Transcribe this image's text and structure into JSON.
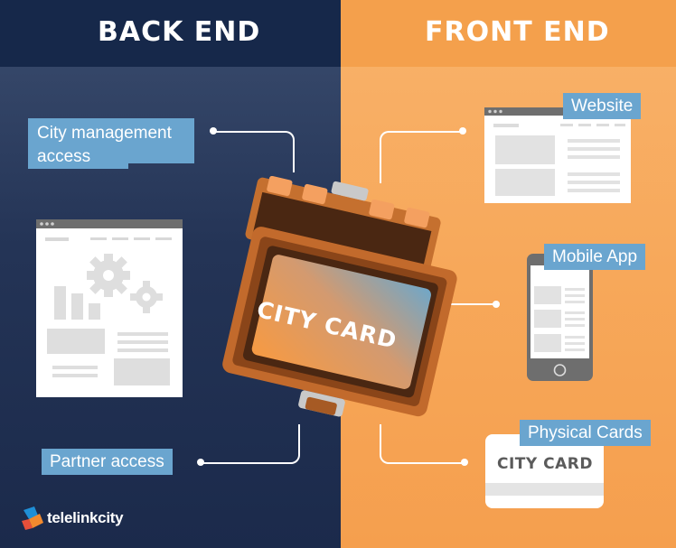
{
  "headings": {
    "back_end": "BACK END",
    "front_end": "FRONT END"
  },
  "back_end": {
    "city_management": [
      "City management",
      "access"
    ],
    "partner_access": "Partner access"
  },
  "front_end": {
    "website": "Website",
    "mobile_app": "Mobile App",
    "physical_cards": "Physical Cards",
    "card_text": "CITY CARD"
  },
  "center": {
    "card_text": "CITY CARD"
  },
  "logo": {
    "text": "telelinkcity"
  },
  "colors": {
    "back_end_bg": "#1b2a4b",
    "front_end_bg": "#f7a85a",
    "label_bg": "#6aa5cf",
    "suitcase": "#c26a2c"
  }
}
